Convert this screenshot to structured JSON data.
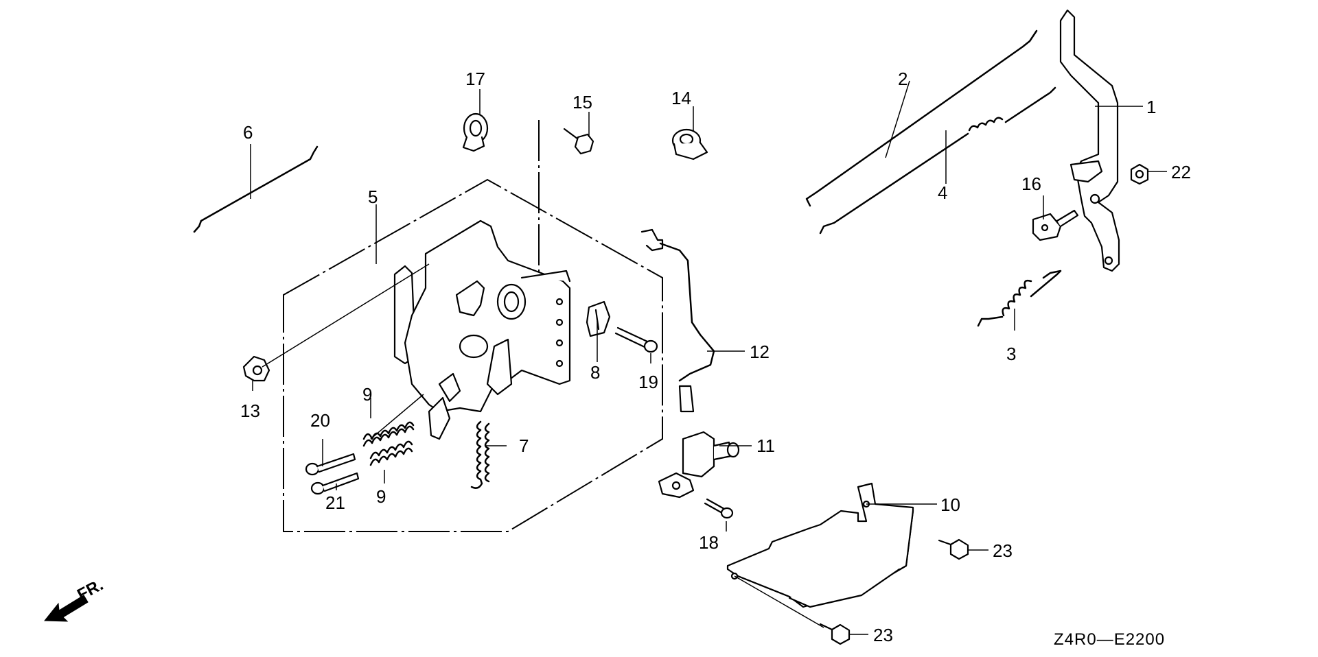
{
  "diagram": {
    "code": "Z4R0—E2200",
    "front_indicator": "FR.",
    "callouts": [
      {
        "id": "c1",
        "text": "1"
      },
      {
        "id": "c2",
        "text": "2"
      },
      {
        "id": "c3",
        "text": "3"
      },
      {
        "id": "c4",
        "text": "4"
      },
      {
        "id": "c5",
        "text": "5"
      },
      {
        "id": "c6",
        "text": "6"
      },
      {
        "id": "c7",
        "text": "7"
      },
      {
        "id": "c8",
        "text": "8"
      },
      {
        "id": "c9a",
        "text": "9"
      },
      {
        "id": "c9b",
        "text": "9"
      },
      {
        "id": "c10",
        "text": "10"
      },
      {
        "id": "c11",
        "text": "11"
      },
      {
        "id": "c12",
        "text": "12"
      },
      {
        "id": "c13",
        "text": "13"
      },
      {
        "id": "c14",
        "text": "14"
      },
      {
        "id": "c15",
        "text": "15"
      },
      {
        "id": "c16",
        "text": "16"
      },
      {
        "id": "c17",
        "text": "17"
      },
      {
        "id": "c18",
        "text": "18"
      },
      {
        "id": "c19",
        "text": "19"
      },
      {
        "id": "c20",
        "text": "20"
      },
      {
        "id": "c21",
        "text": "21"
      },
      {
        "id": "c22",
        "text": "22"
      },
      {
        "id": "c23a",
        "text": "23"
      },
      {
        "id": "c23b",
        "text": "23"
      }
    ]
  }
}
